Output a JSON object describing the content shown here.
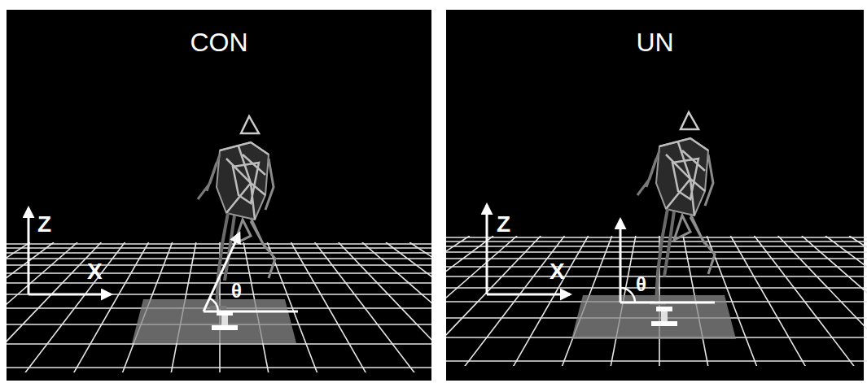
{
  "diagram": {
    "nodes": [
      {
        "text": [
          "CON"
        ]
      },
      {
        "text": [
          "UN"
        ]
      }
    ],
    "labels": [
      "Z",
      "X",
      "θ",
      "Z",
      "X",
      "θ"
    ]
  }
}
